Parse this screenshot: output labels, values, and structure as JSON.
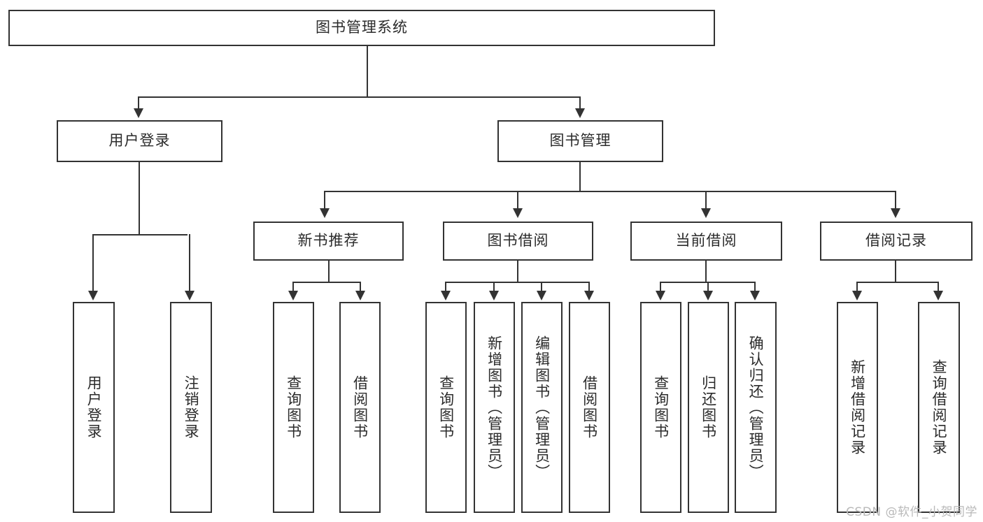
{
  "diagram": {
    "type": "tree-hierarchy",
    "title": "图书管理系统",
    "watermark": "CSDN @软件_小贺同学",
    "colors": {
      "stroke": "#333333",
      "fill": "#ffffff",
      "text": "#2b2b2b",
      "watermark": "#b9b9b9"
    },
    "levels": {
      "root": {
        "label": "图书管理系统"
      },
      "level2": [
        {
          "label": "用户登录"
        },
        {
          "label": "图书管理"
        }
      ],
      "level3": [
        {
          "label": "新书推荐"
        },
        {
          "label": "图书借阅"
        },
        {
          "label": "当前借阅"
        },
        {
          "label": "借阅记录"
        }
      ],
      "leaves": [
        {
          "label": "用户登录",
          "parent": "用户登录"
        },
        {
          "label": "注销登录",
          "parent": "用户登录"
        },
        {
          "label": "查询图书",
          "parent": "新书推荐"
        },
        {
          "label": "借阅图书",
          "parent": "新书推荐"
        },
        {
          "label": "查询图书",
          "parent": "图书借阅"
        },
        {
          "label": "新增图书（管理员）",
          "parent": "图书借阅"
        },
        {
          "label": "编辑图书（管理员）",
          "parent": "图书借阅"
        },
        {
          "label": "借阅图书",
          "parent": "图书借阅"
        },
        {
          "label": "查询图书",
          "parent": "当前借阅"
        },
        {
          "label": "归还图书",
          "parent": "当前借阅"
        },
        {
          "label": "确认归还（管理员）",
          "parent": "当前借阅"
        },
        {
          "label": "新增借阅记录",
          "parent": "借阅记录"
        },
        {
          "label": "查询借阅记录",
          "parent": "借阅记录"
        }
      ]
    }
  }
}
